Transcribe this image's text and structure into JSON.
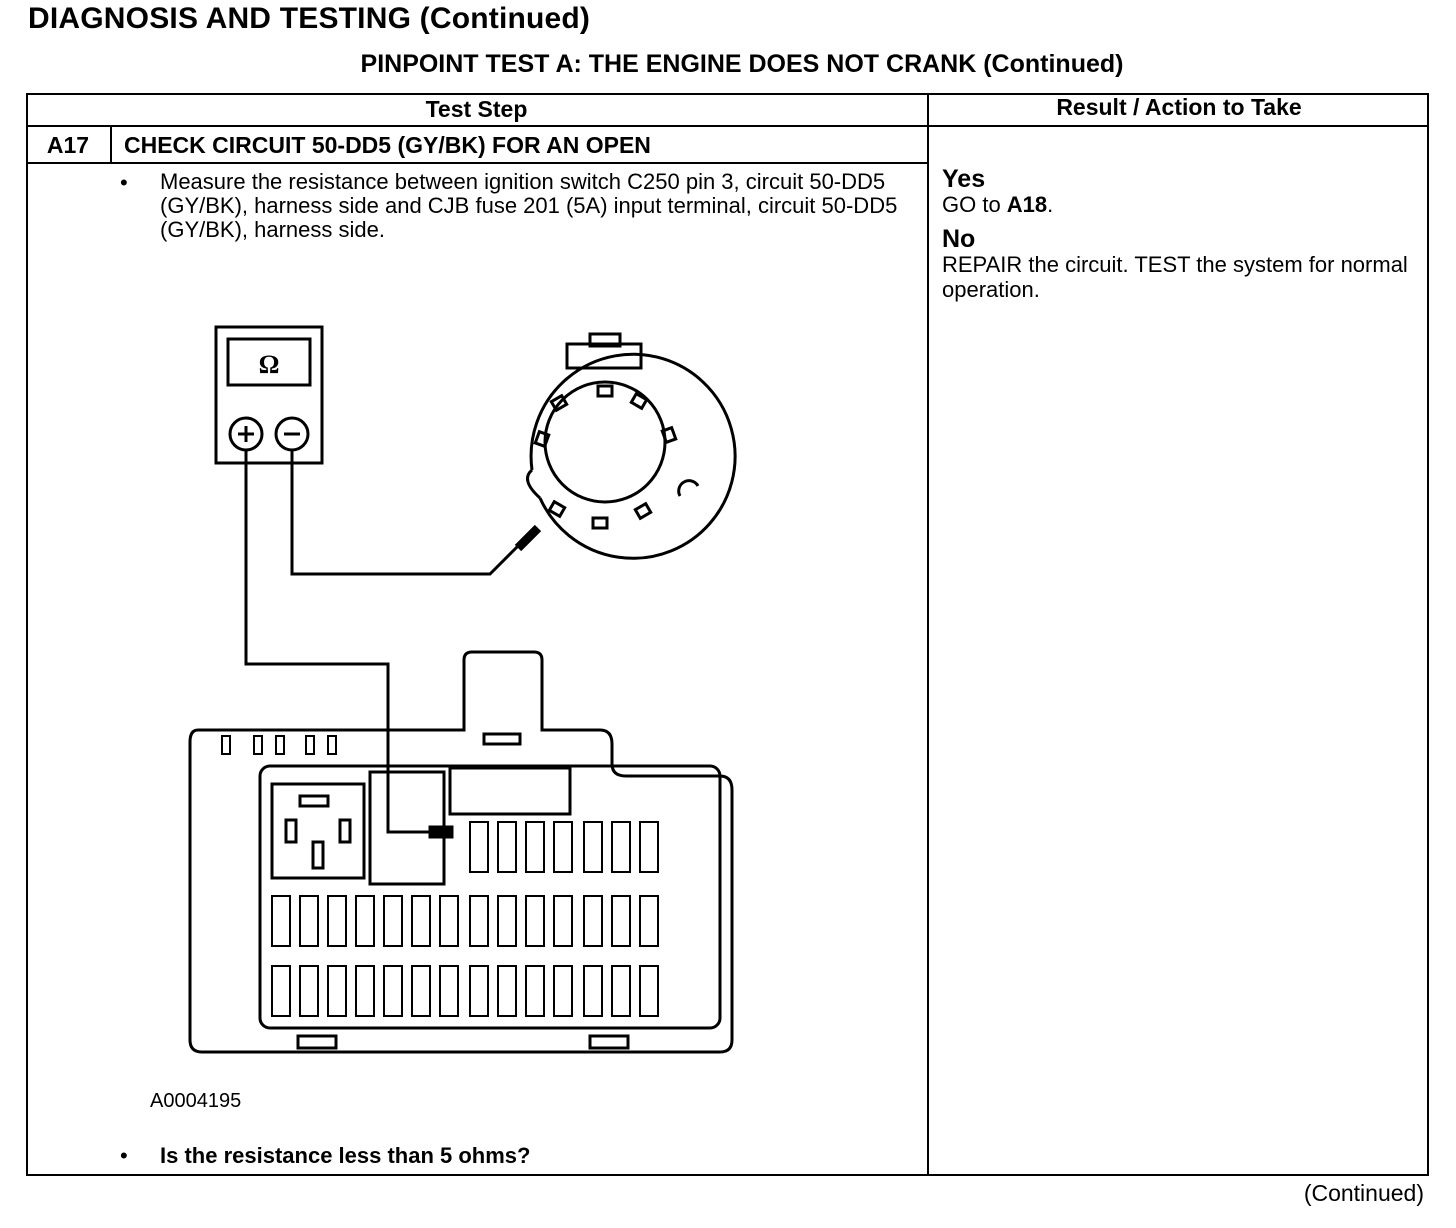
{
  "header": "DIAGNOSIS AND TESTING (Continued)",
  "subheader": "PINPOINT TEST  A: THE ENGINE DOES NOT CRANK (Continued)",
  "table": {
    "col_step": "Test Step",
    "col_result": "Result / Action to Take",
    "step_id": "A17",
    "step_title": "CHECK CIRCUIT 50-DD5 (GY/BK) FOR AN OPEN",
    "bullet": "•",
    "instruction": "Measure the resistance between ignition switch C250 pin 3, circuit 50-DD5 (GY/BK), harness side and CJB fuse 201 (5A) input terminal, circuit 50-DD5 (GY/BK), harness side.",
    "meter_symbol": "Ω",
    "figure_id": "A0004195",
    "question": "Is the resistance less than 5 ohms?"
  },
  "results": {
    "yes_label": "Yes",
    "yes_prefix": "GO to ",
    "yes_target": "A18",
    "yes_suffix": ".",
    "no_label": "No",
    "no_text": "REPAIR the circuit. TEST the system for normal operation."
  },
  "footer": "(Continued)"
}
